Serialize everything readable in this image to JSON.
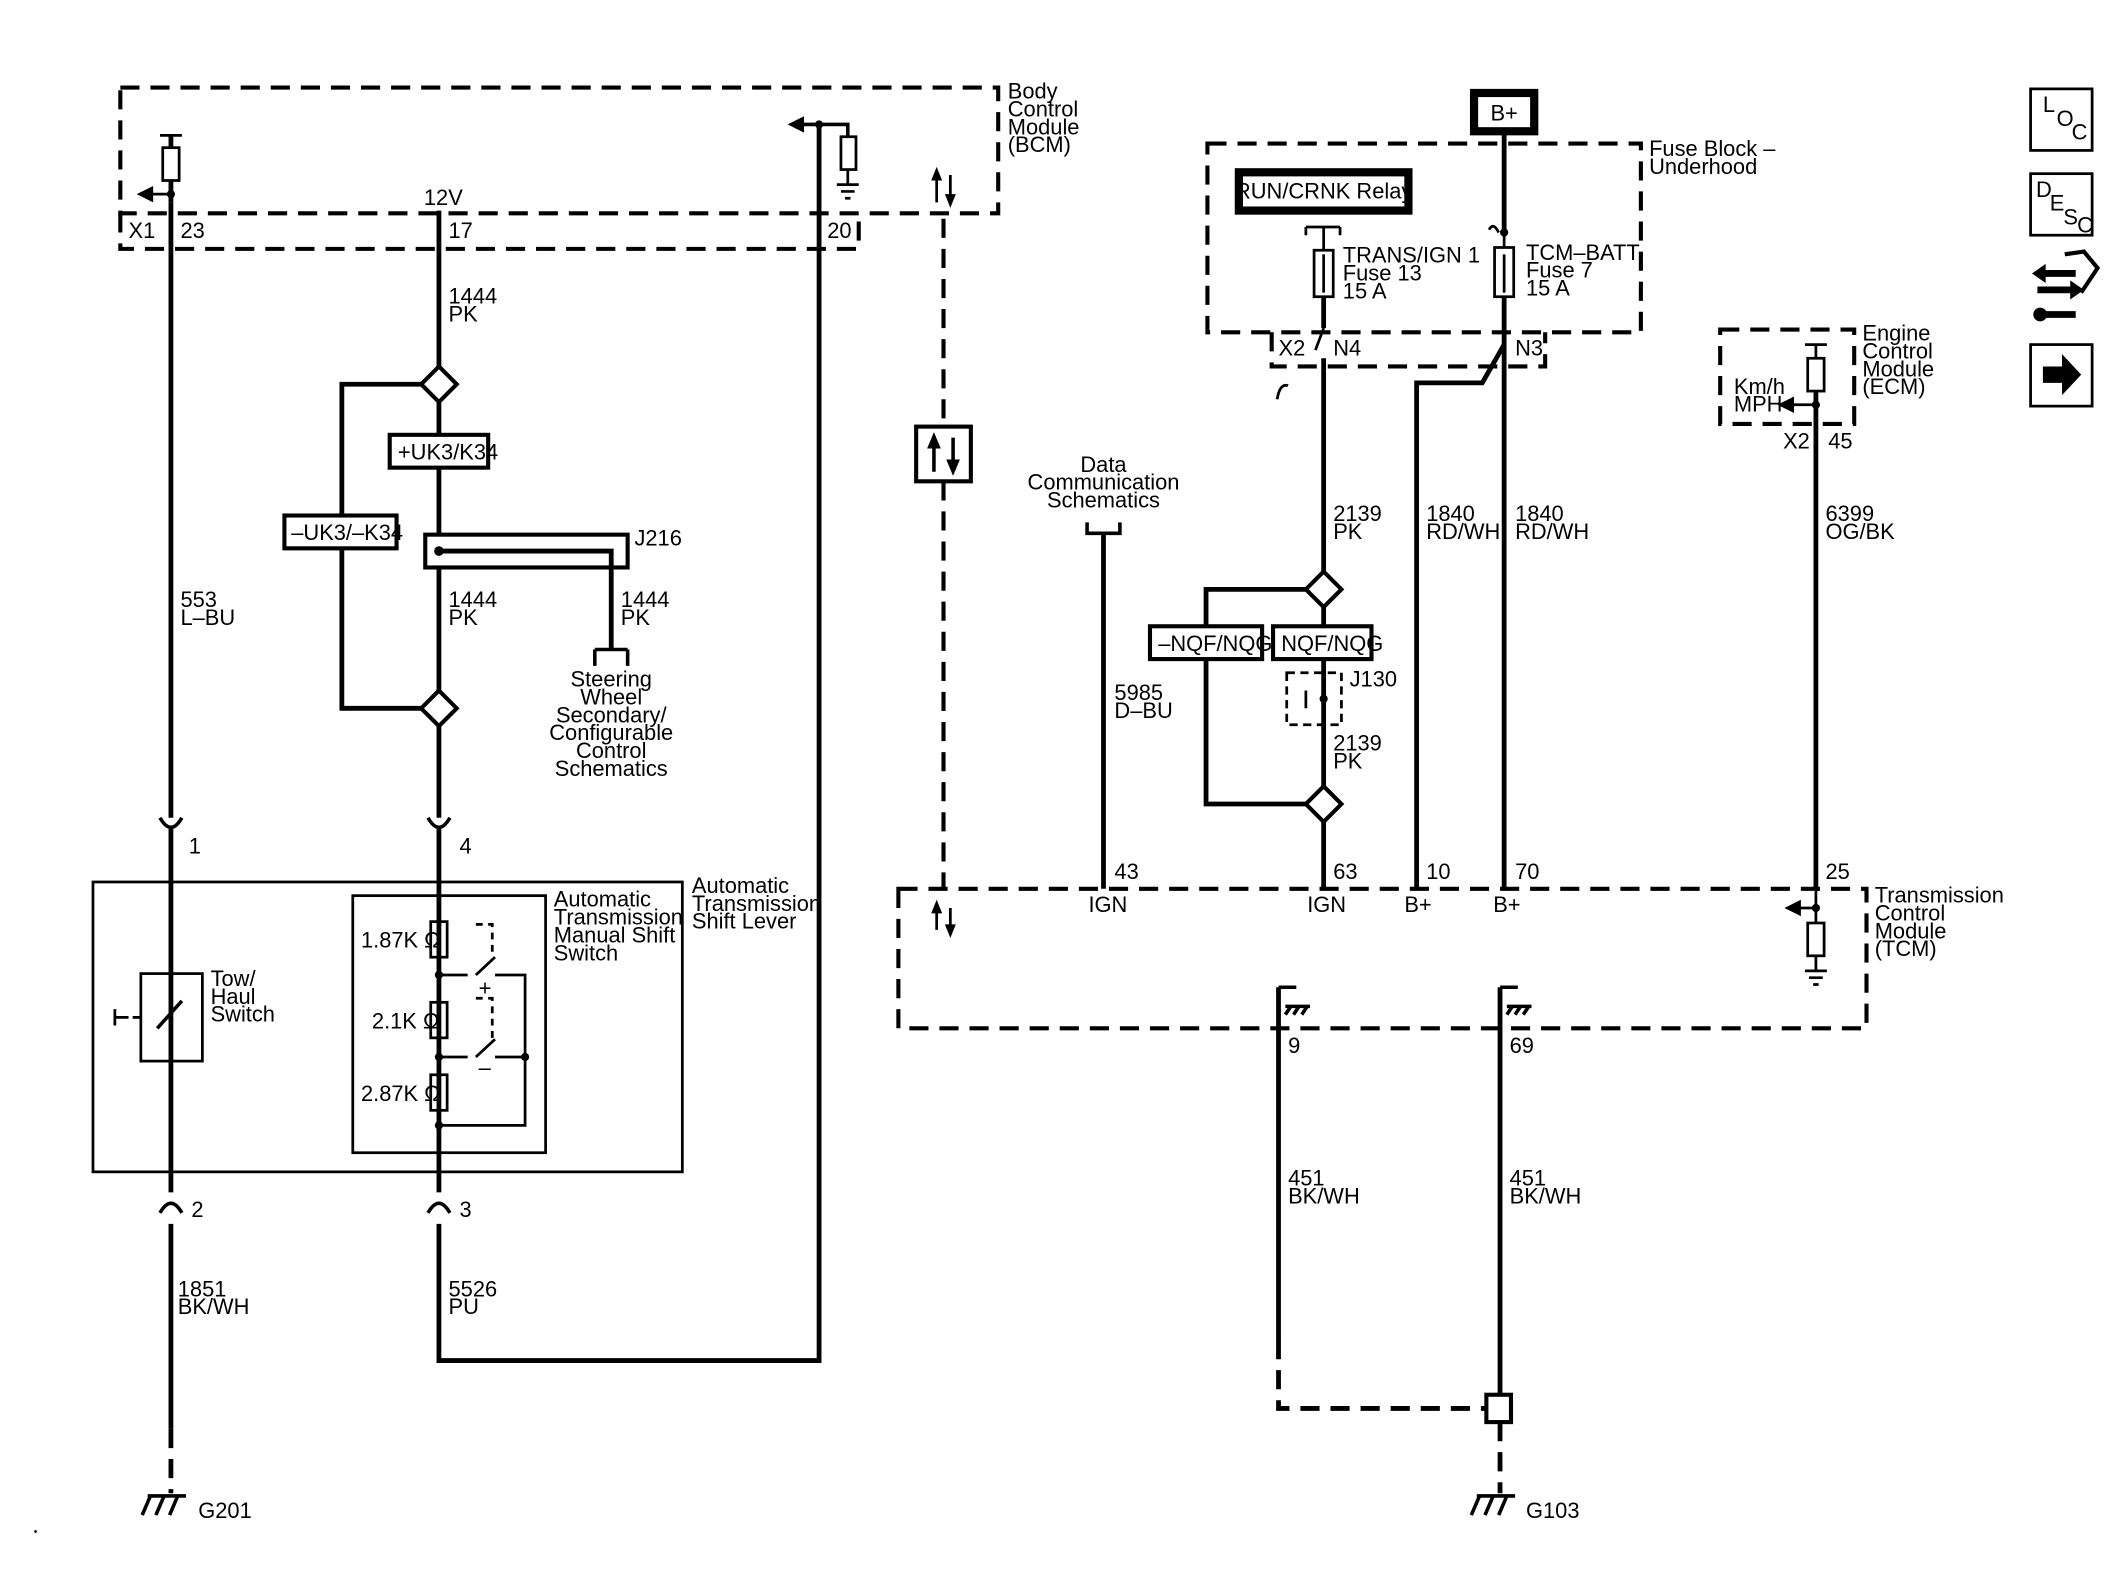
{
  "modules": {
    "bcm": "Body\nControl\nModule\n(BCM)",
    "fuse_block": "Fuse Block –\nUnderhood",
    "ecm": "Engine\nControl\nModule\n(ECM)",
    "tcm": "Transmission\nControl\nModule\n(TCM)",
    "shift_lever": "Automatic\nTransmission\nShift Lever",
    "manual_shift_switch": "Automatic\nTransmission\nManual Shift\nSwitch",
    "tow_haul_switch": "Tow/\nHaul\nSwitch"
  },
  "bcm_pins": {
    "connector": "X1",
    "p23": "23",
    "voltage": "12V",
    "p17": "17",
    "p20": "20"
  },
  "wires": {
    "w553": "553\nL–BU",
    "w1444_top": "1444\nPK",
    "w1444_mid": "1444\nPK",
    "w1444_right": "1444\nPK",
    "w1851": "1851\nBK/WH",
    "w5526": "5526\nPU",
    "w5985": "5985\nD–BU",
    "w2139_top": "2139\nPK",
    "w2139_bottom": "2139\nPK",
    "w1840_a": "1840\nRD/WH",
    "w1840_b": "1840\nRD/WH",
    "w6399": "6399\nOG/BK",
    "w451_a": "451\nBK/WH",
    "w451_b": "451\nBK/WH"
  },
  "options": {
    "uk3_k34_pos": "+UK3/K34",
    "uk3_k34_neg": "–UK3/–K34",
    "nqf_pos": "NQF/NQG",
    "nqf_neg": "–NQF/NQG"
  },
  "splices": {
    "j216": "J216",
    "j130": "J130"
  },
  "references": {
    "steering_wheel": "Steering\nWheel\nSecondary/\nConfigurable\nControl\nSchematics",
    "data_comm": "Data\nCommunication\nSchematics"
  },
  "lever_pins": {
    "p1": "1",
    "p4": "4",
    "p2": "2",
    "p3": "3"
  },
  "resistors": {
    "r1": "1.87K Ω",
    "r2": "2.1K Ω",
    "r3": "2.87K Ω"
  },
  "switch_marks": {
    "plus": "+",
    "minus": "–"
  },
  "power": {
    "b_plus_source": "B+",
    "relay": "RUN/CRNK Relay",
    "fuse13": "TRANS/IGN 1\nFuse 13\n15 A",
    "fuse7": "TCM–BATT\nFuse 7\n15 A",
    "x2": "X2",
    "n4": "N4",
    "n3": "N3"
  },
  "ecm_pins": {
    "x2": "X2",
    "p45": "45",
    "units": "Km/h\nMPH"
  },
  "tcm_pins": {
    "p43": "43",
    "p63": "63",
    "p10": "10",
    "p70": "70",
    "p25": "25",
    "ign1": "IGN",
    "ign2": "IGN",
    "bplus1": "B+",
    "bplus2": "B+",
    "p9": "9",
    "p69": "69"
  },
  "grounds": {
    "g201": "G201",
    "g103": "G103"
  },
  "nav_icons": [
    "location-icon",
    "description-icon",
    "connector-icon",
    "next-arrow-icon"
  ]
}
